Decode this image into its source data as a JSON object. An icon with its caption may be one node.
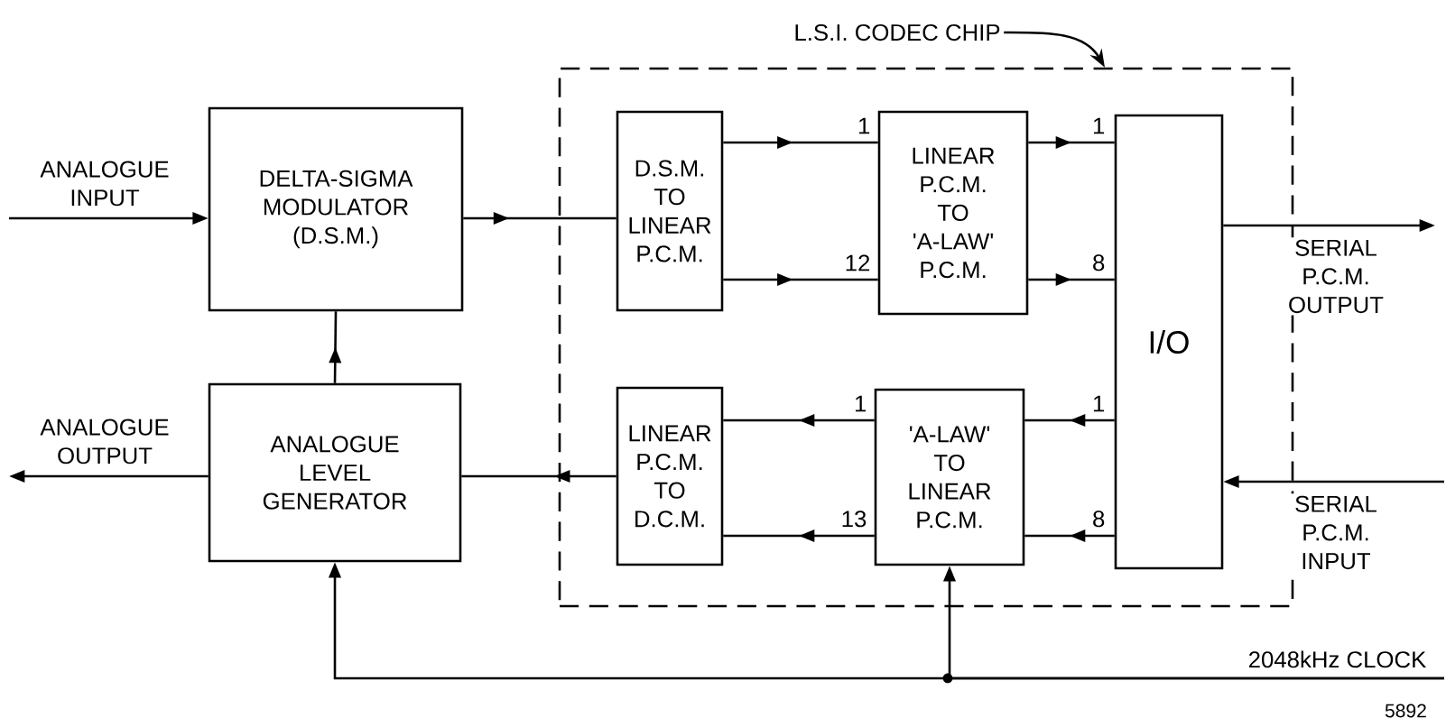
{
  "diagram": {
    "nodes": [
      {
        "text": [
          "L.S.I. CODEC CHIP"
        ]
      },
      {
        "text": [],
        "shape": "box"
      },
      {
        "text": [
          "DELTA-SIGMA MODULATOR (D.S.M.)"
        ]
      },
      {
        "text": [
          "ANALOGUE LEVEL GENERATOR"
        ]
      },
      {
        "text": [
          "D.S.M. TO LINEAR P.C.M."
        ],
        "in": 1
      },
      {
        "text": [
          "LINEAR P.C.M. TO 'A-LAW' P.C.M."
        ],
        "in": 1
      },
      {
        "text": [
          "I/O"
        ],
        "in": 1
      },
      {
        "text": [
          "LINEAR P.C.M. TO D.C.M."
        ],
        "in": 1
      },
      {
        "text": [
          "'A-LAW' TO LINEAR P.C.M."
        ],
        "in": 1
      }
    ],
    "edges": [
      {
        "from": 0,
        "to": 1,
        "arrow": "to"
      },
      {
        "from": null,
        "to": 2,
        "arrow": "to",
        "label": "ANALOGUE INPUT"
      },
      {
        "from": 2,
        "to": 4,
        "arrow": "to"
      },
      {
        "from": 3,
        "to": 2,
        "arrow": "to"
      },
      {
        "from": 3,
        "to": null,
        "arrow": "to",
        "label": "ANALOGUE OUTPUT"
      },
      {
        "from": 7,
        "to": 3,
        "arrow": "to"
      },
      {
        "from": 4,
        "to": 5,
        "arrow": "to",
        "label": "1"
      },
      {
        "from": 4,
        "to": 5,
        "arrow": "to",
        "label": "12"
      },
      {
        "from": 5,
        "to": 6,
        "arrow": "to",
        "label": "1"
      },
      {
        "from": 5,
        "to": 6,
        "arrow": "to",
        "label": "8"
      },
      {
        "from": 6,
        "to": 8,
        "arrow": "to",
        "label": "1"
      },
      {
        "from": 6,
        "to": 8,
        "arrow": "to",
        "label": "8"
      },
      {
        "from": 8,
        "to": 7,
        "arrow": "to",
        "label": "1"
      },
      {
        "from": 8,
        "to": 7,
        "arrow": "to",
        "label": "13"
      },
      {
        "from": 6,
        "to": null,
        "arrow": "to",
        "label": "SERIAL P.C.M. OUTPUT"
      },
      {
        "from": null,
        "to": 6,
        "arrow": "to",
        "label": "SERIAL P.C.M. INPUT"
      },
      {
        "from": null,
        "to": 8,
        "arrow": "to",
        "label": "2048kHz CLOCK"
      },
      {
        "from": null,
        "to": 3,
        "arrow": "to"
      }
    ],
    "labels": [
      "5892"
    ]
  }
}
